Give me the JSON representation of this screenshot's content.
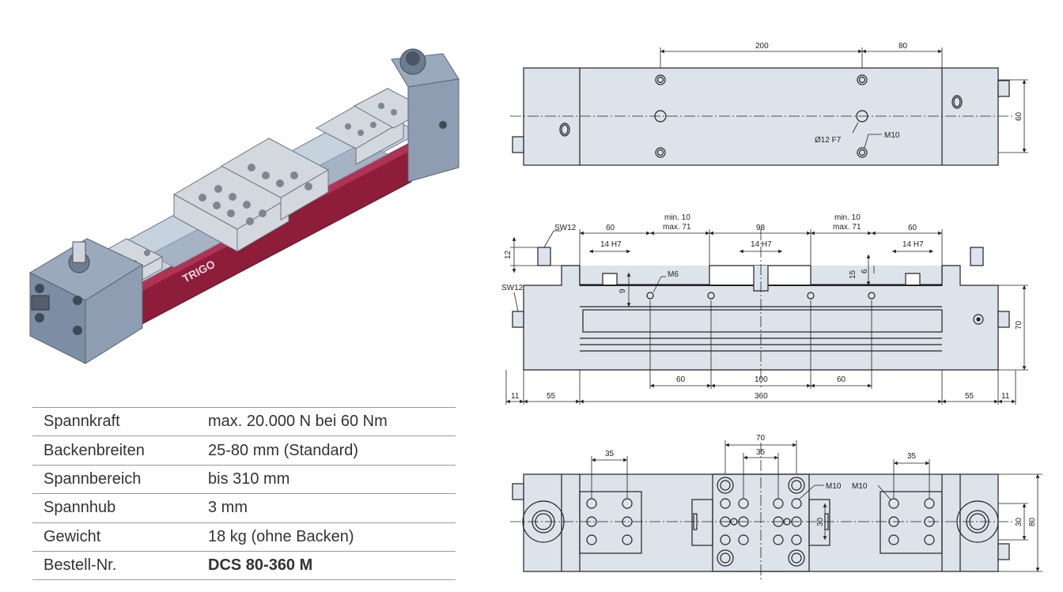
{
  "brand": {
    "name": "TRIGO"
  },
  "specs": [
    {
      "label": "Spannkraft",
      "value": "max. 20.000 N bei 60 Nm",
      "bold": false
    },
    {
      "label": "Backenbreiten",
      "value": "25-80 mm (Standard)",
      "bold": false
    },
    {
      "label": "Spannbereich",
      "value": "bis 310 mm",
      "bold": false
    },
    {
      "label": "Spannhub",
      "value": "3 mm",
      "bold": false
    },
    {
      "label": "Gewicht",
      "value": "18 kg (ohne Backen)",
      "bold": false
    },
    {
      "label": "Bestell-Nr.",
      "value": "DCS 80-360 M",
      "bold": true
    }
  ],
  "colors": {
    "body": "#a9b7c8",
    "rail": "#8e1d3a",
    "drawing_fill": "#dde3eb",
    "line": "#222222"
  },
  "drawing": {
    "top_view": {
      "d200": "200",
      "d80": "80",
      "d60": "60",
      "bore": "Ø12 F7",
      "thread": "M10"
    },
    "front_view": {
      "sw_top": "SW12",
      "sw_side": "SW12",
      "d12": "12",
      "d60_left": "60",
      "min_left": "min. 10",
      "max_left": "max. 71",
      "d98": "98",
      "min_right": "min. 10",
      "max_right": "max. 71",
      "d60_right": "60",
      "fit_left": "14 H7",
      "fit_mid": "14 H7",
      "fit_right": "14 H7",
      "m6": "M6",
      "d9": "9",
      "d15": "15",
      "d6": "6",
      "d70": "70",
      "b60_left": "60",
      "b100": "100",
      "b60_right": "60",
      "e11_left": "11",
      "e55_left": "55",
      "e360": "360",
      "e55_right": "55",
      "e11_right": "11"
    },
    "bottom_view": {
      "d70": "70",
      "d35_mid": "35",
      "d35_left": "35",
      "d35_right": "35",
      "m10_a": "M10",
      "m10_b": "M10",
      "d30_mid": "30",
      "d30_right": "30",
      "d80": "80"
    }
  }
}
